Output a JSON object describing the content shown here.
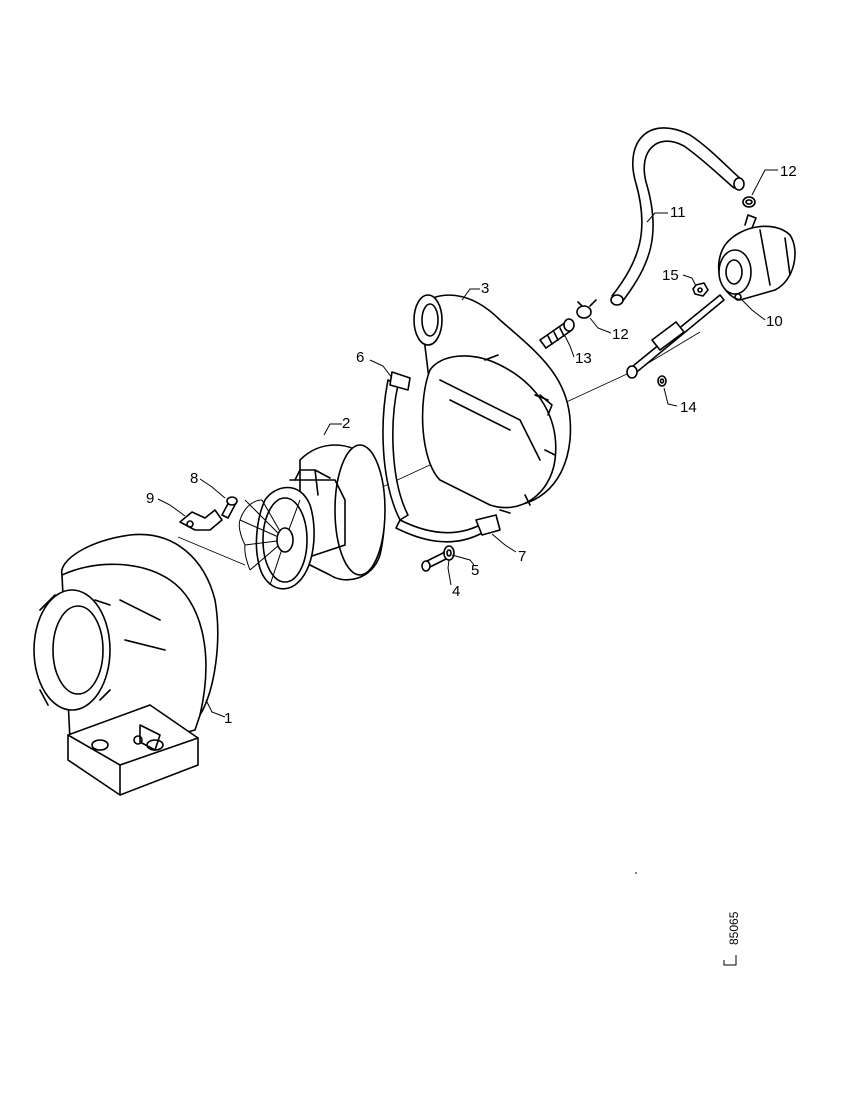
{
  "callouts": {
    "c1": "1",
    "c2": "2",
    "c3": "3",
    "c4": "4",
    "c5": "5",
    "c6": "6",
    "c7": "7",
    "c8": "8",
    "c9": "9",
    "c10": "10",
    "c11": "11",
    "c12a": "12",
    "c12b": "12",
    "c13": "13",
    "c14": "14",
    "c15": "15"
  },
  "figure_ref": "85065"
}
